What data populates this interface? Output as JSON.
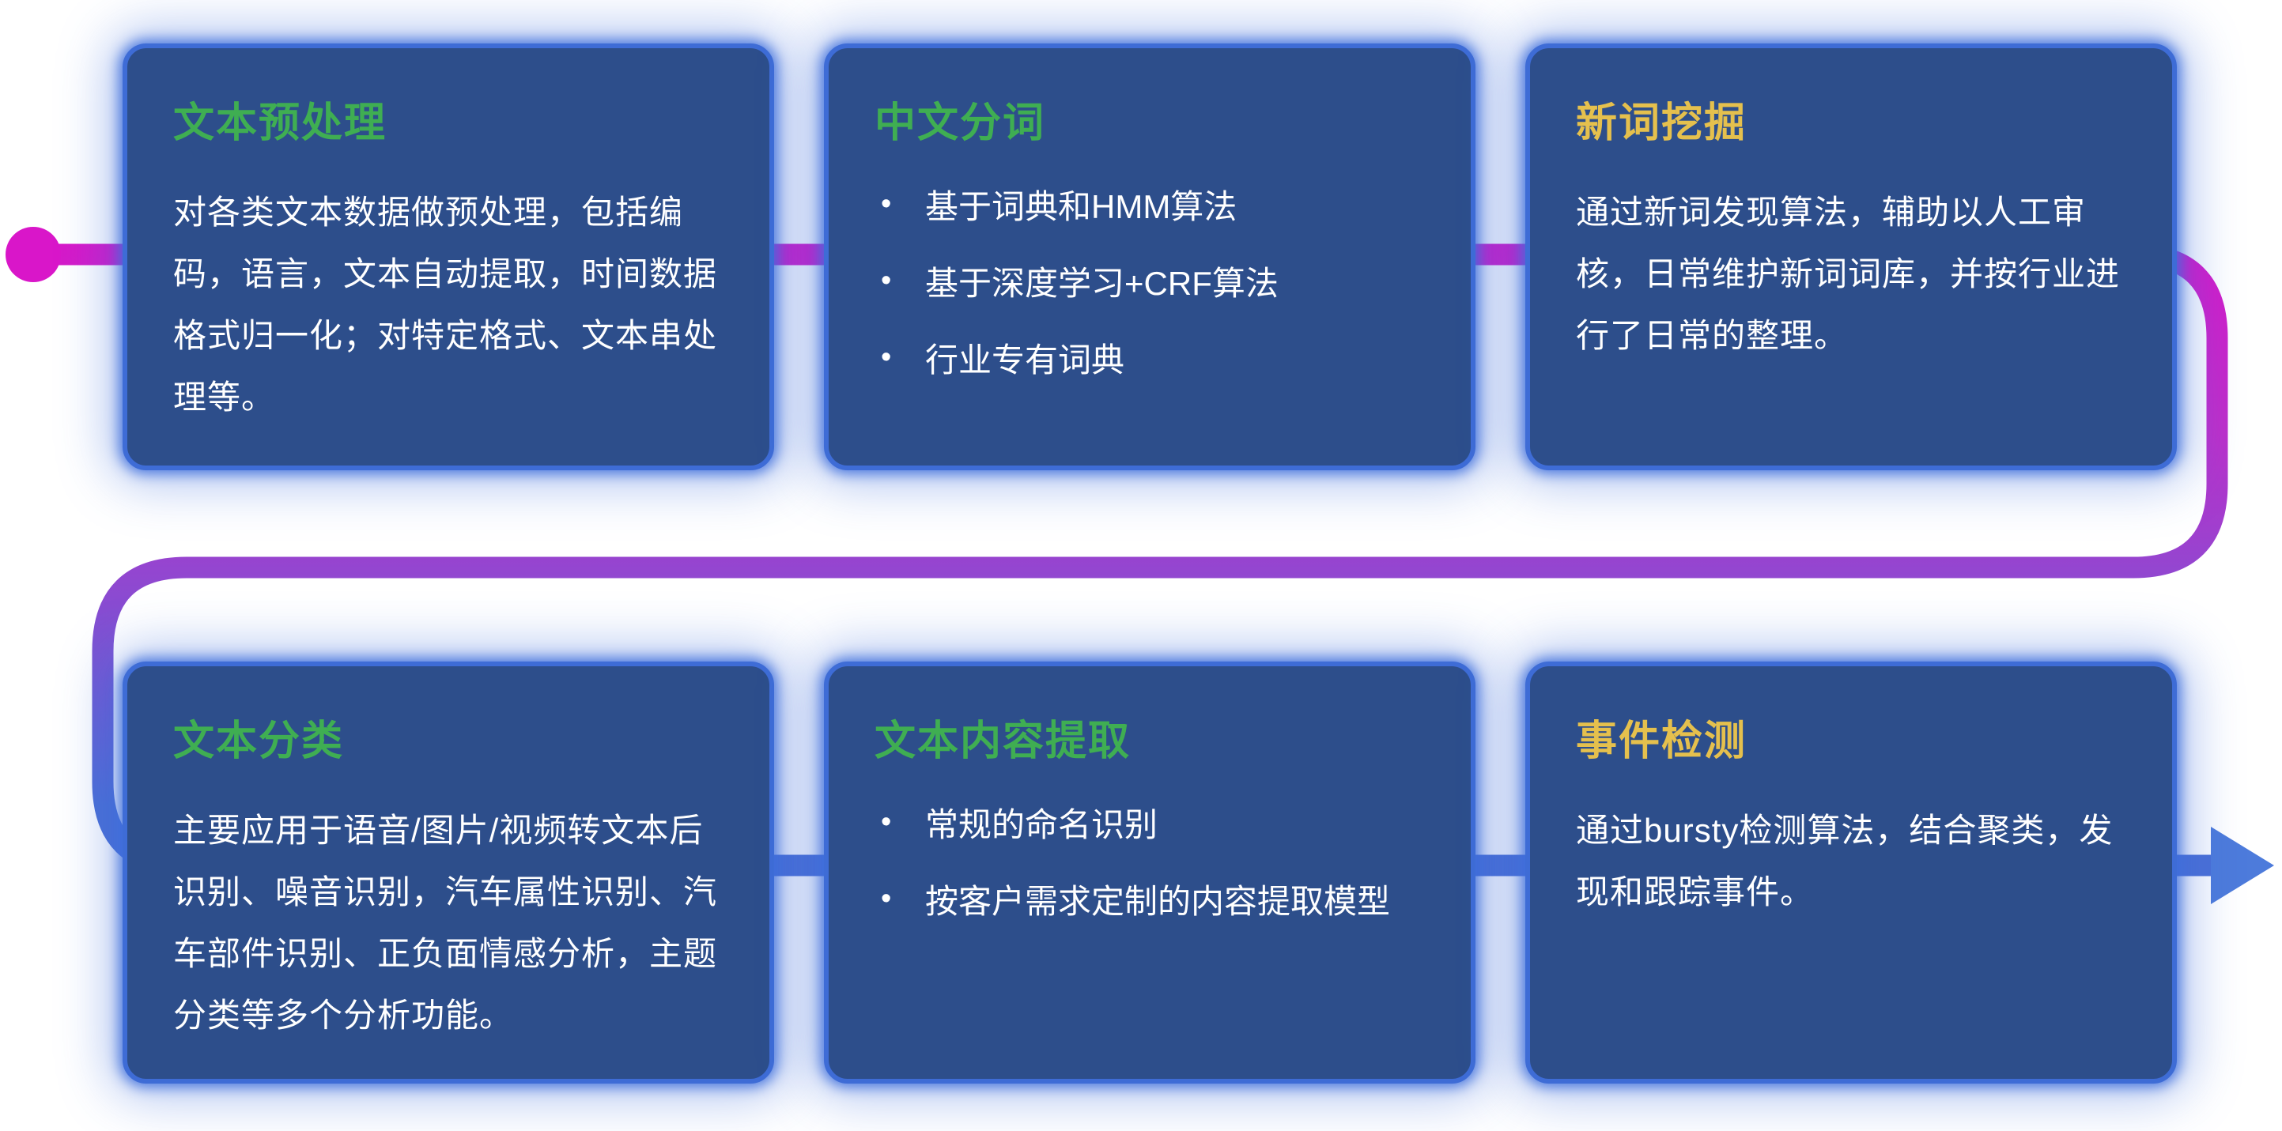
{
  "colors": {
    "card_bg": "#2d4e8b",
    "card_border": "#3e6cd6",
    "green": "#3fae52",
    "yellow": "#e5c04d",
    "body_text": "#ffffff",
    "dot": "#d916c9",
    "arrow": "#4d7bdb",
    "stop1": "#d916c9",
    "stop2": "#bd2fca",
    "stop3": "#8a4bd1",
    "stop4": "#4a6fd6"
  },
  "cards": [
    {
      "id": "text-preprocessing",
      "title": "文本预处理",
      "title_color": "#3fae52",
      "body": "对各类文本数据做预处理，包括编码，语言，文本自动提取，时间数据格式归一化；对特定格式、文本串处理等。"
    },
    {
      "id": "chinese-word-segmentation",
      "title": "中文分词",
      "title_color": "#3fae52",
      "bullets": [
        "基于词典和HMM算法",
        "基于深度学习+CRF算法",
        "行业专有词典"
      ]
    },
    {
      "id": "new-word-mining",
      "title": "新词挖掘",
      "title_color": "#e5c04d",
      "body": "通过新词发现算法，辅助以人工审核，日常维护新词词库，并按行业进行了日常的整理。"
    },
    {
      "id": "text-classification",
      "title": "文本分类",
      "title_color": "#3fae52",
      "body": "主要应用于语音/图片/视频转文本后识别、噪音识别，汽车属性识别、汽车部件识别、正负面情感分析，主题分类等多个分析功能。"
    },
    {
      "id": "text-content-extraction",
      "title": "文本内容提取",
      "title_color": "#3fae52",
      "bullets": [
        "常规的命名识别",
        "按客户需求定制的内容提取模型"
      ]
    },
    {
      "id": "event-detection",
      "title": "事件检测",
      "title_color": "#e5c04d",
      "body": "通过bursty检测算法，结合聚类，发现和跟踪事件。"
    }
  ]
}
